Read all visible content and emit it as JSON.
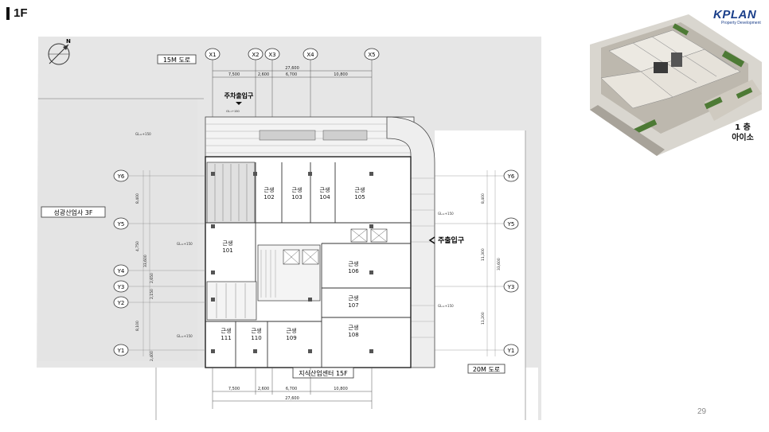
{
  "slide": {
    "title": "1F",
    "page_number": "29"
  },
  "logo": {
    "brand": "KPLAN",
    "tagline": "Property Development"
  },
  "iso": {
    "label_line1": "1 층",
    "label_line2": "아이소"
  },
  "plan": {
    "north": "N",
    "roads": {
      "top": "15M 도로",
      "bottom_right": "20M 도로"
    },
    "neighbors": {
      "left": "성광산업사 3F",
      "bottom": "지식산업센터 15F"
    },
    "entrances": {
      "parking": "주차출입구",
      "main": "주출입구"
    },
    "grid_x": [
      "X1",
      "X2",
      "X3",
      "X4",
      "X5"
    ],
    "grid_y": [
      "Y6",
      "Y5",
      "Y4",
      "Y3",
      "Y2",
      "Y1"
    ],
    "dims_top_total": "27,600",
    "dims_top_segments": [
      "7,500",
      "2,600",
      "6,700",
      "10,800"
    ],
    "dims_bottom_total": "27,600",
    "dims_bottom_segments": [
      "7,500",
      "2,600",
      "6,700",
      "10,800"
    ],
    "dims_left": [
      "8,400",
      "4,750",
      "2,650",
      "2,150",
      "8,100",
      "2,400"
    ],
    "dims_left_total": "33,600",
    "dims_right": [
      "8,400",
      "11,300",
      "11,200"
    ],
    "dims_right_total": "33,600",
    "units": [
      {
        "name": "근생",
        "num": "102"
      },
      {
        "name": "근생",
        "num": "103"
      },
      {
        "name": "근생",
        "num": "104"
      },
      {
        "name": "근생",
        "num": "105"
      },
      {
        "name": "근생",
        "num": "101"
      },
      {
        "name": "근생",
        "num": "106"
      },
      {
        "name": "근생",
        "num": "107"
      },
      {
        "name": "근생",
        "num": "108"
      },
      {
        "name": "근생",
        "num": "109"
      },
      {
        "name": "근생",
        "num": "110"
      },
      {
        "name": "근생",
        "num": "111"
      }
    ]
  }
}
